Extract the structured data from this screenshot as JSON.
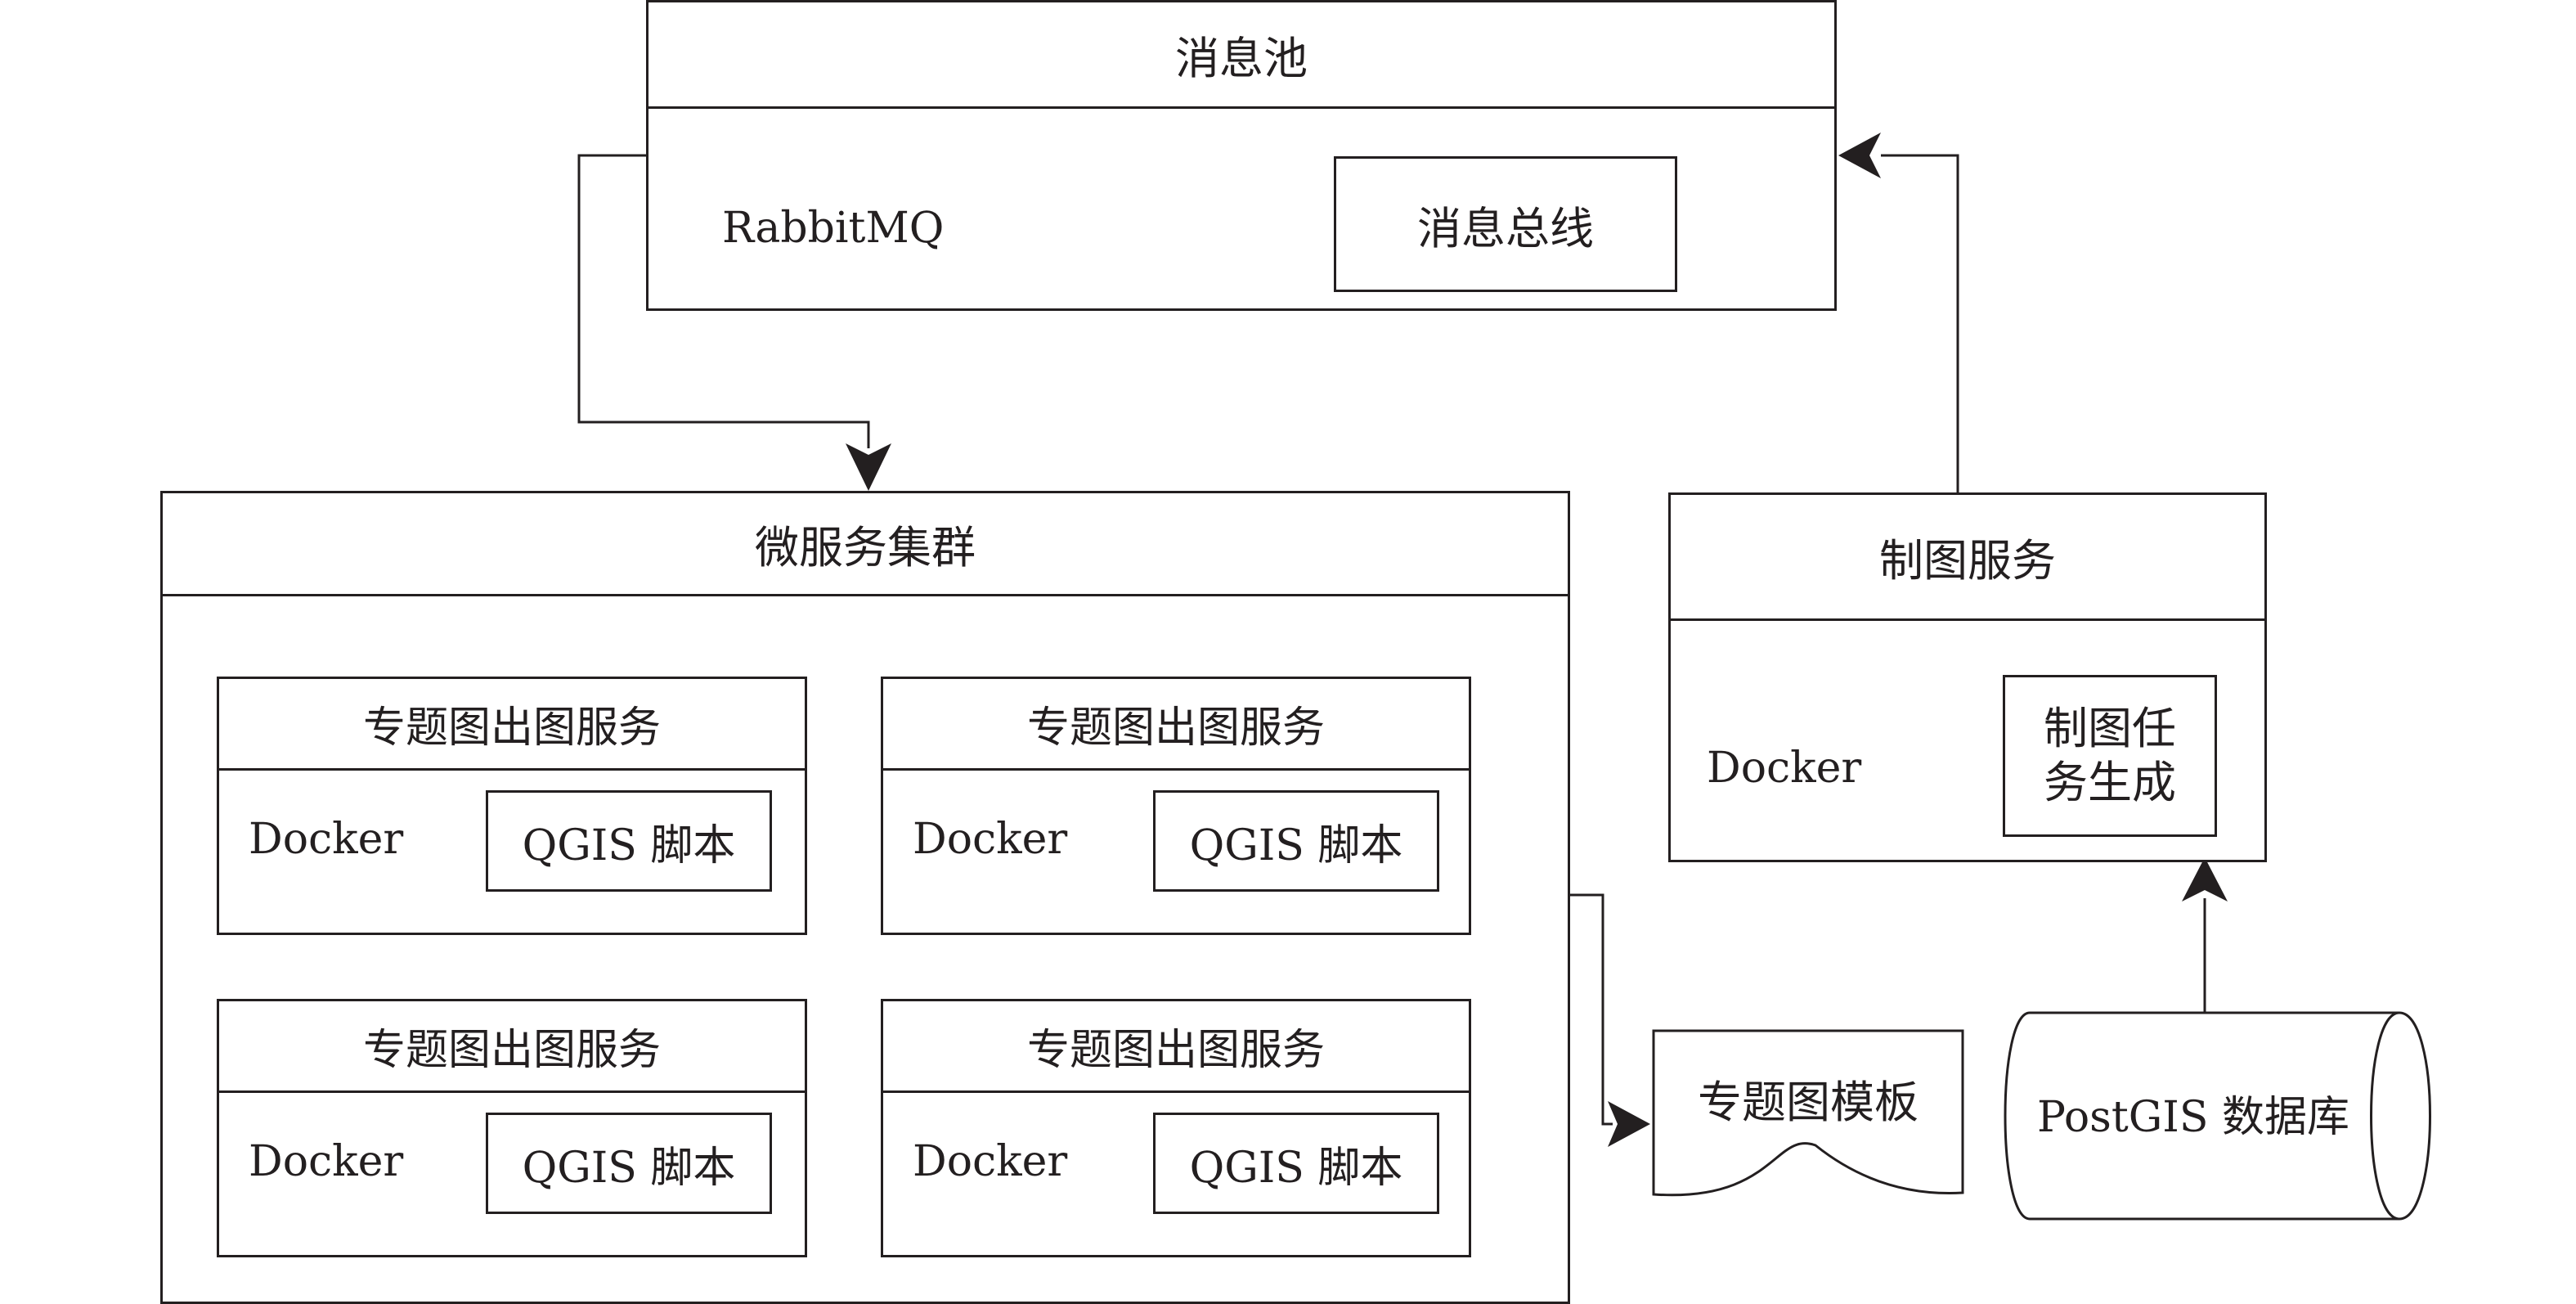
{
  "message_pool": {
    "title": "消息池",
    "platform": "RabbitMQ",
    "bus": "消息总线"
  },
  "cluster": {
    "title": "微服务集群",
    "services": [
      {
        "title": "专题图出图服务",
        "container": "Docker",
        "script": "QGIS 脚本"
      },
      {
        "title": "专题图出图服务",
        "container": "Docker",
        "script": "QGIS 脚本"
      },
      {
        "title": "专题图出图服务",
        "container": "Docker",
        "script": "QGIS 脚本"
      },
      {
        "title": "专题图出图服务",
        "container": "Docker",
        "script": "QGIS 脚本"
      }
    ]
  },
  "mapping_service": {
    "title": "制图服务",
    "container": "Docker",
    "task_line1": "制图任",
    "task_line2": "务生成"
  },
  "template": {
    "label": "专题图模板"
  },
  "database": {
    "label": "PostGIS 数据库"
  }
}
